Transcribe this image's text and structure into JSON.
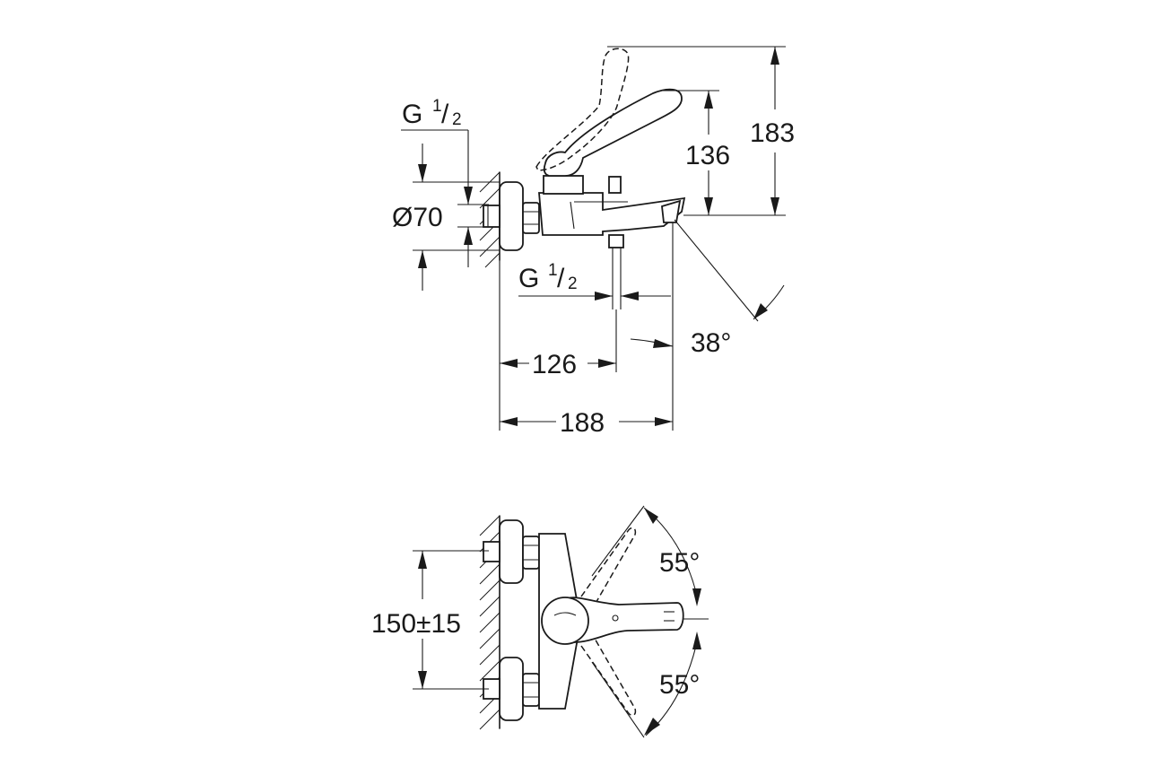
{
  "side_view": {
    "thread_top": {
      "base": "G",
      "numerator": "1",
      "separator": "/",
      "denominator": "2"
    },
    "diameter": "Ø70",
    "height_lever": "136",
    "height_total": "183",
    "thread_bottom": {
      "base": "G",
      "numerator": "1",
      "separator": "/",
      "denominator": "2"
    },
    "depth_outlet": "126",
    "depth_spout": "188",
    "spout_angle": "38°"
  },
  "top_view": {
    "inlet_spacing": "150±15",
    "lever_angle_up": "55°",
    "lever_angle_down": "55°"
  }
}
